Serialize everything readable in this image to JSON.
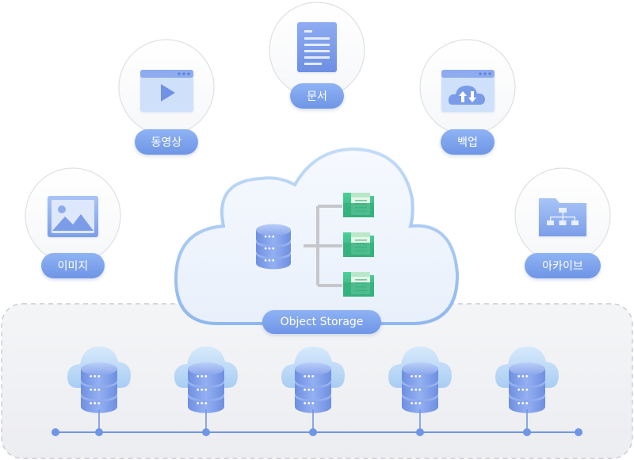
{
  "categories": [
    {
      "id": "image",
      "label": "이미지",
      "icon": "image-icon"
    },
    {
      "id": "video",
      "label": "동영상",
      "icon": "video-player-icon"
    },
    {
      "id": "document",
      "label": "문서",
      "icon": "document-icon"
    },
    {
      "id": "backup",
      "label": "백업",
      "icon": "cloud-backup-icon"
    },
    {
      "id": "archive",
      "label": "아카이브",
      "icon": "archive-folder-icon"
    }
  ],
  "storage": {
    "label": "Object Storage",
    "objects": [
      "file-object-icon",
      "file-object-icon",
      "file-object-icon"
    ]
  },
  "nodes": [
    "cloud-server-node",
    "cloud-server-node",
    "cloud-server-node",
    "cloud-server-node",
    "cloud-server-node"
  ],
  "colors": {
    "pill": "#7b9ff0",
    "cloud_outline": "#a9c8f4",
    "cloud_fill": "#eef4fc",
    "server": "#7f9ae6",
    "file": "#3fbf8a",
    "network": "#6f95e6",
    "panel": "#f0f1f4"
  }
}
